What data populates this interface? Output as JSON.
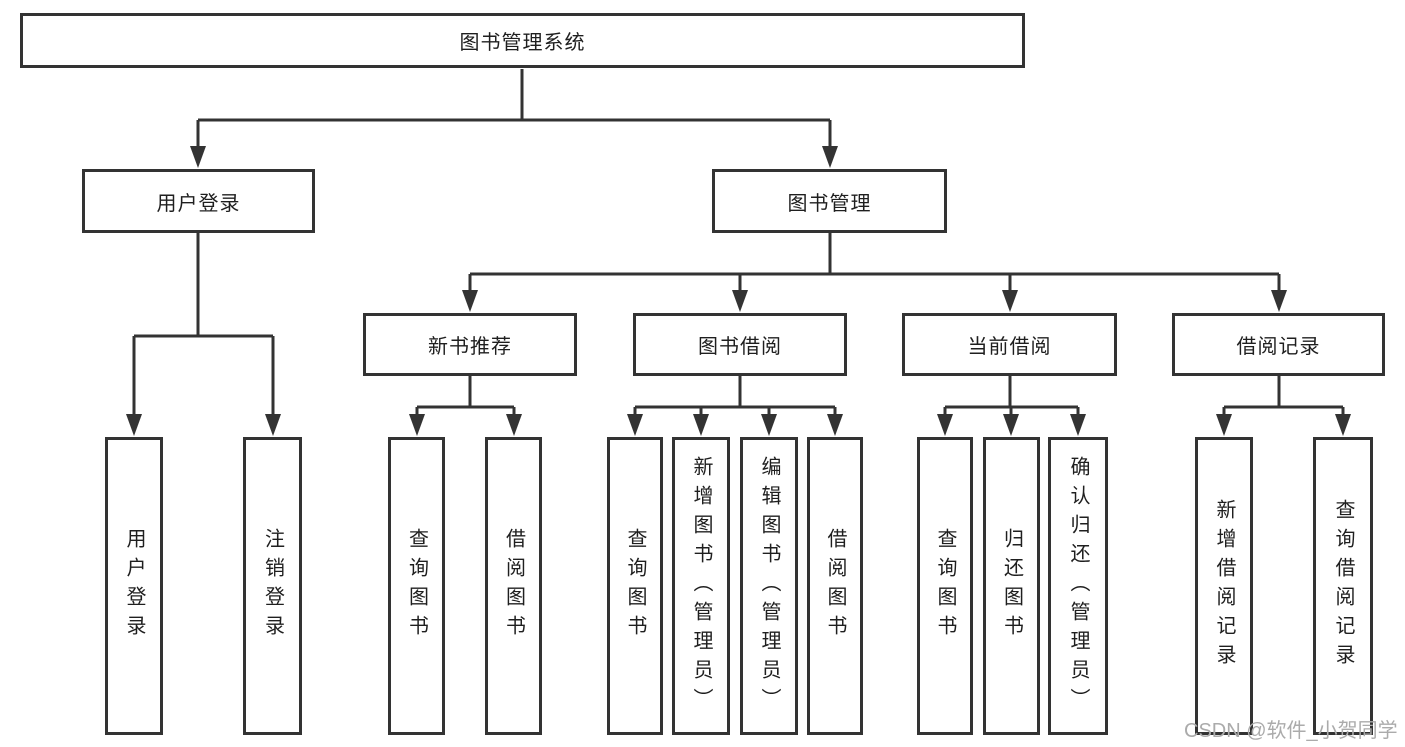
{
  "tree": {
    "label": "图书管理系统",
    "children": [
      {
        "label": "用户登录",
        "children": [
          {
            "label": "用户登录"
          },
          {
            "label": "注销登录"
          }
        ]
      },
      {
        "label": "图书管理",
        "children": [
          {
            "label": "新书推荐",
            "children": [
              {
                "label": "查询图书"
              },
              {
                "label": "借阅图书"
              }
            ]
          },
          {
            "label": "图书借阅",
            "children": [
              {
                "label": "查询图书"
              },
              {
                "label": "新增图书（管理员）"
              },
              {
                "label": "编辑图书（管理员）"
              },
              {
                "label": "借阅图书"
              }
            ]
          },
          {
            "label": "当前借阅",
            "children": [
              {
                "label": "查询图书"
              },
              {
                "label": "归还图书"
              },
              {
                "label": "确认归还（管理员）"
              }
            ]
          },
          {
            "label": "借阅记录",
            "children": [
              {
                "label": "新增借阅记录"
              },
              {
                "label": "查询借阅记录"
              }
            ]
          }
        ]
      }
    ]
  },
  "watermark": "CSDN @软件_小贺同学",
  "colors": {
    "line": "#333333",
    "text": "#1f1f1f",
    "watermark": "#ababab",
    "background": "#ffffff"
  }
}
